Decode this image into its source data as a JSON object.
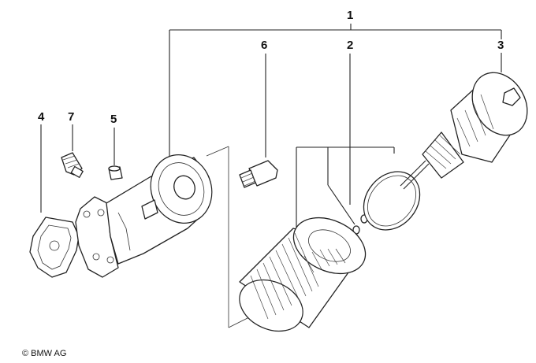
{
  "diagram": {
    "callouts": [
      "1",
      "2",
      "3",
      "4",
      "5",
      "6",
      "7"
    ],
    "copyright": "© BMW AG"
  }
}
